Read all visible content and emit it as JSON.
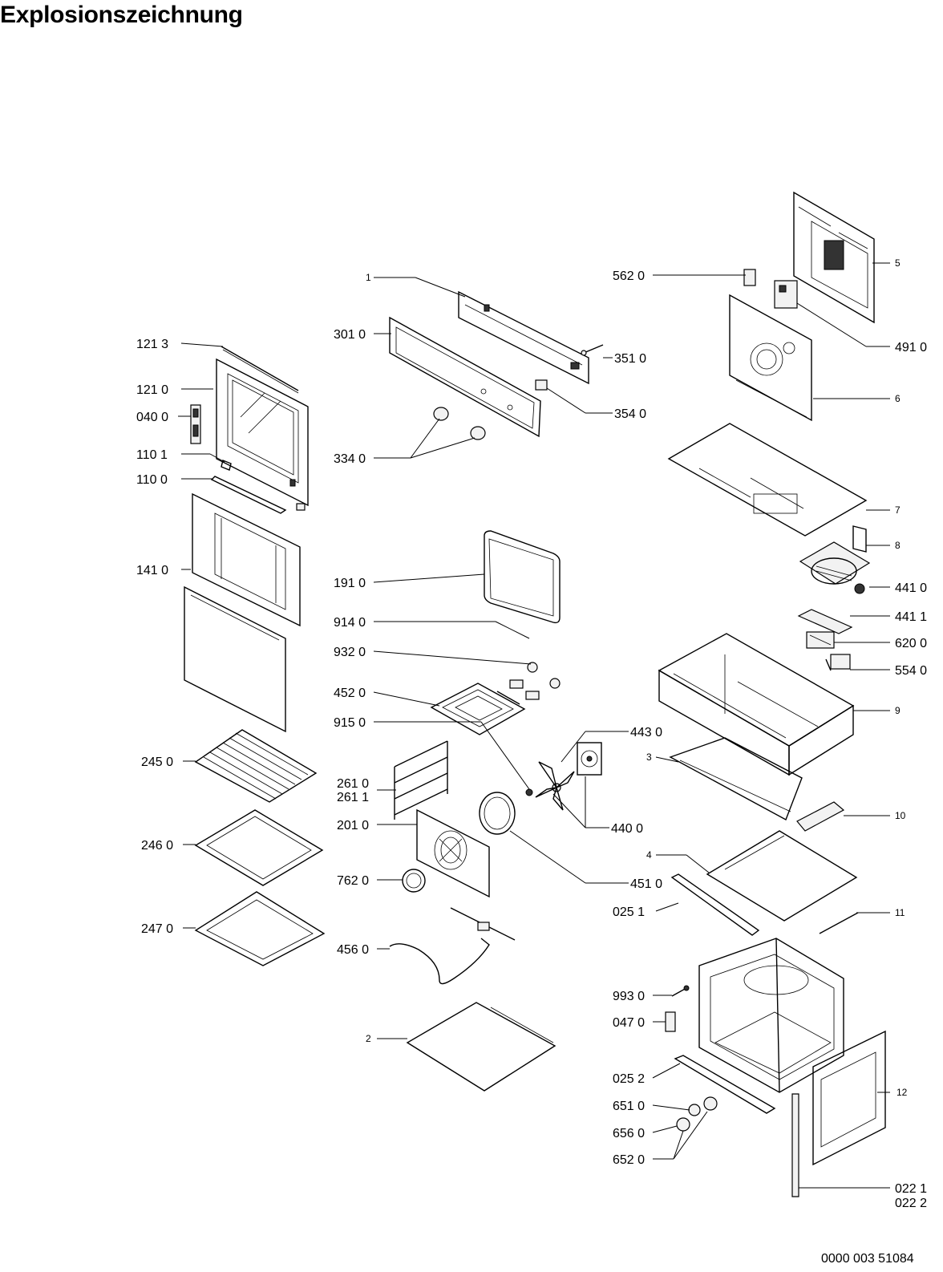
{
  "title": "Explosionszeichnung",
  "document_number": "0000 003 51084",
  "callouts": {
    "c1": "1",
    "c2": "2",
    "c3": "3",
    "c4": "4",
    "c5": "5",
    "c6": "6",
    "c7": "7",
    "c8": "8",
    "c9": "9",
    "c10": "10",
    "c11": "11",
    "c12": "12",
    "c121_3": "121 3",
    "c121_0": "121 0",
    "c040_0": "040 0",
    "c110_1": "110 1",
    "c110_0": "110 0",
    "c141_0": "141 0",
    "c245_0": "245 0",
    "c246_0": "246 0",
    "c247_0": "247 0",
    "c301_0": "301 0",
    "c334_0": "334 0",
    "c351_0": "351 0",
    "c354_0": "354 0",
    "c191_0": "191 0",
    "c914_0": "914 0",
    "c932_0": "932 0",
    "c452_0": "452 0",
    "c915_0": "915 0",
    "c261_0": "261 0",
    "c261_1": "261 1",
    "c201_0": "201 0",
    "c762_0": "762 0",
    "c456_0": "456 0",
    "c443_0": "443 0",
    "c440_0": "440 0",
    "c451_0": "451 0",
    "c562_0": "562 0",
    "c491_0": "491 0",
    "c441_0": "441 0",
    "c441_1": "441 1",
    "c620_0": "620 0",
    "c554_0": "554 0",
    "c025_1": "025 1",
    "c993_0": "993 0",
    "c047_0": "047 0",
    "c025_2": "025 2",
    "c651_0": "651 0",
    "c656_0": "656 0",
    "c652_0": "652 0",
    "c022_1": "022 1",
    "c022_2": "022 2"
  }
}
